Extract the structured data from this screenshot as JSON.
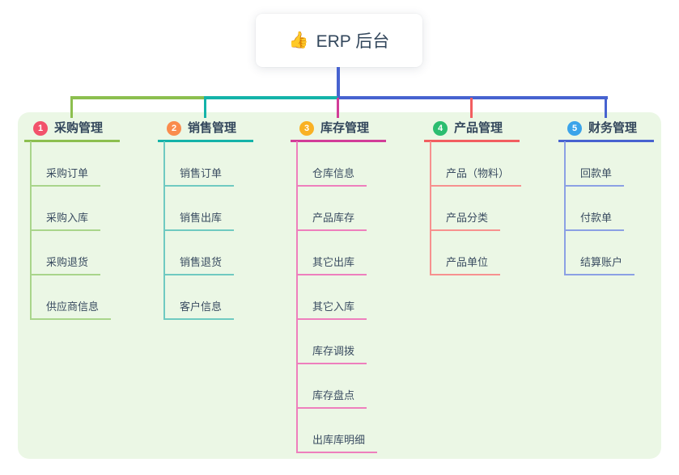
{
  "root": {
    "icon": "👍",
    "label": "ERP 后台"
  },
  "panel": {
    "background": "#ebf7e5"
  },
  "text_color": "#33475c",
  "branches": [
    {
      "num": "1",
      "title": "采购管理",
      "badge_color": "#f2526b",
      "line_color": "#8cbf4f",
      "sub_line_color": "#a9d58b",
      "items": [
        "采购订单",
        "采购入库",
        "采购退货",
        "供应商信息"
      ]
    },
    {
      "num": "2",
      "title": "销售管理",
      "badge_color": "#fa8c4d",
      "line_color": "#14b3a9",
      "sub_line_color": "#6fcac1",
      "items": [
        "销售订单",
        "销售出库",
        "销售退货",
        "客户信息"
      ]
    },
    {
      "num": "3",
      "title": "库存管理",
      "badge_color": "#f9b124",
      "line_color": "#d23d98",
      "sub_line_color": "#ee7fbd",
      "items": [
        "仓库信息",
        "产品库存",
        "其它出库",
        "其它入库",
        "库存调拨",
        "库存盘点",
        "出库库明细"
      ]
    },
    {
      "num": "4",
      "title": "产品管理",
      "badge_color": "#2cbd70",
      "line_color": "#f25e60",
      "sub_line_color": "#f7918f",
      "items": [
        "产品（物料）",
        "产品分类",
        "产品单位"
      ]
    },
    {
      "num": "5",
      "title": "财务管理",
      "badge_color": "#3ba4ea",
      "line_color": "#4763d0",
      "sub_line_color": "#8ba0e4",
      "items": [
        "回款单",
        "付款单",
        "结算账户"
      ]
    }
  ]
}
